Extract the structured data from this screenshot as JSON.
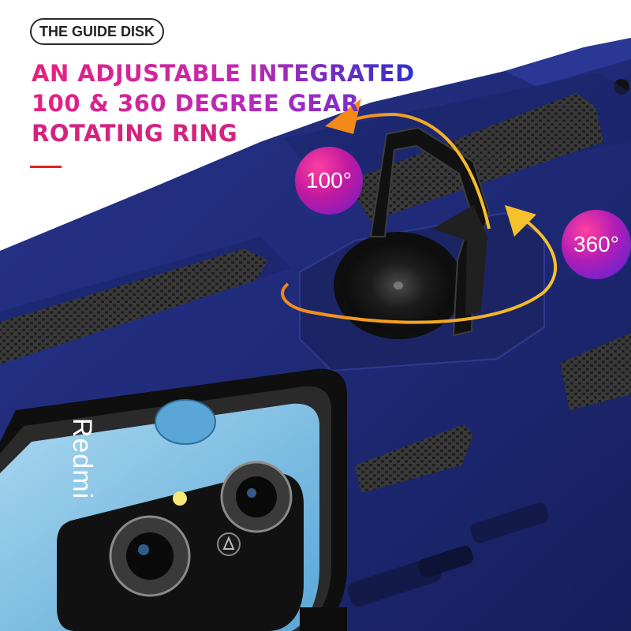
{
  "tag": {
    "label": "THE GUIDE DISK"
  },
  "headline": {
    "line1": "AN ADJUSTABLE INTEGRATED",
    "line2": "100 & 360 DEGREE GEAR",
    "line3": "ROTATING RING"
  },
  "badges": {
    "angle_small": "100°",
    "angle_full": "360°"
  },
  "phone": {
    "brand": "Redmi"
  },
  "colors": {
    "case_blue": "#1f2a78",
    "accent_red": "#e52222",
    "arrow_orange": "#f39a1e",
    "headline_pink": "#e8207e",
    "headline_blue": "#2d2fd0"
  }
}
